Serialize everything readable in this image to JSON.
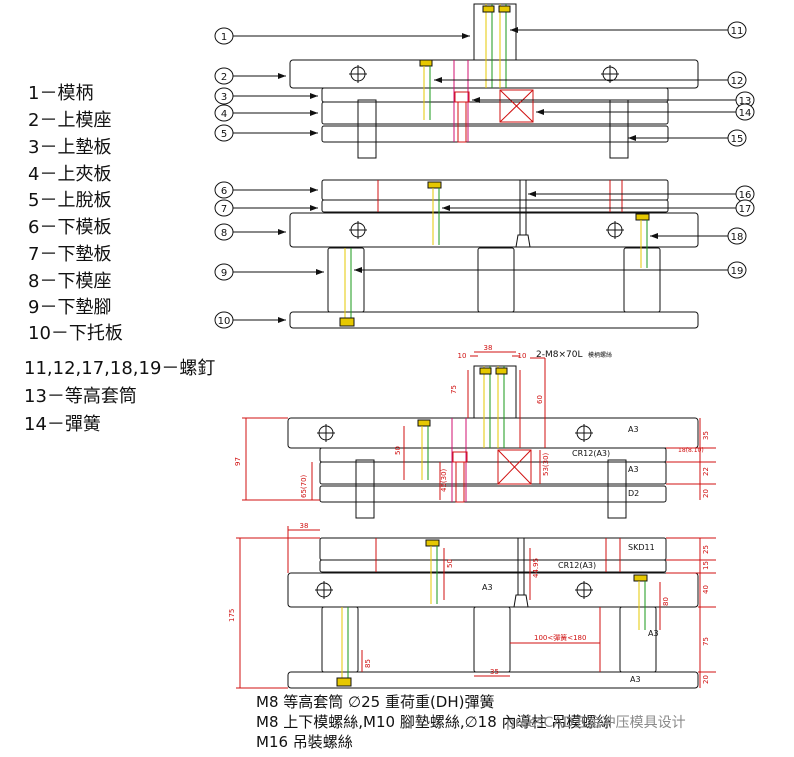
{
  "legend": [
    "1－模柄",
    "2－上模座",
    "3－上墊板",
    "4－上夾板",
    "5－上脫板",
    "6－下模板",
    "7－下墊板",
    "8－下模座",
    "9－下墊腳",
    "10－下托板",
    "11,12,17,18,19－螺釘",
    "13－等高套筒",
    "14－彈簧"
  ],
  "callouts": {
    "left": [
      "1",
      "2",
      "3",
      "4",
      "5",
      "6",
      "7",
      "8",
      "9",
      "10"
    ],
    "right": [
      "11",
      "12",
      "13",
      "14",
      "15",
      "16",
      "17",
      "18",
      "19"
    ]
  },
  "top_dims": {
    "d38": "38",
    "d10a": "10",
    "d10b": "10",
    "screw_spec": "2-M8×70L",
    "screw_note": "模柄螺絲",
    "d75": "75",
    "d60": "60",
    "d97": "97",
    "d50": "50",
    "d65": "65(70)",
    "d45": "45(30)",
    "d53": "53(30)",
    "d35": "35",
    "d18": "18(8.10)",
    "d22": "22",
    "d20": "20",
    "cr12": "CR12(A3)",
    "a3": "A3",
    "d2": "D2"
  },
  "bottom_dims": {
    "d38": "38",
    "d175": "175",
    "d50": "50",
    "d4495": "44.95",
    "d25": "25",
    "d15": "15",
    "d40": "40",
    "d75": "75",
    "d20": "20",
    "d80": "80",
    "d35": "35",
    "d85": "85",
    "d100": "100<彈簧<180",
    "skd11": "SKD11",
    "cr12": "CR12(A3)",
    "a3a": "A3",
    "a3b": "A3",
    "a3c": "A3"
  },
  "notes": [
    "M8 等高套筒 ∅25 重荷重(DH)彈簧",
    "M8 上下模螺絲,M10 腳墊螺絲,∅18 內導柱 吊模螺絲",
    "M16 吊裝螺絲"
  ],
  "watermark": "pressCAD五金冲压模具设计",
  "colors": {
    "line": "#111111",
    "red": "#d01010",
    "green": "#1a9a1a",
    "yellow": "#e6c800",
    "magenta": "#d01070"
  }
}
